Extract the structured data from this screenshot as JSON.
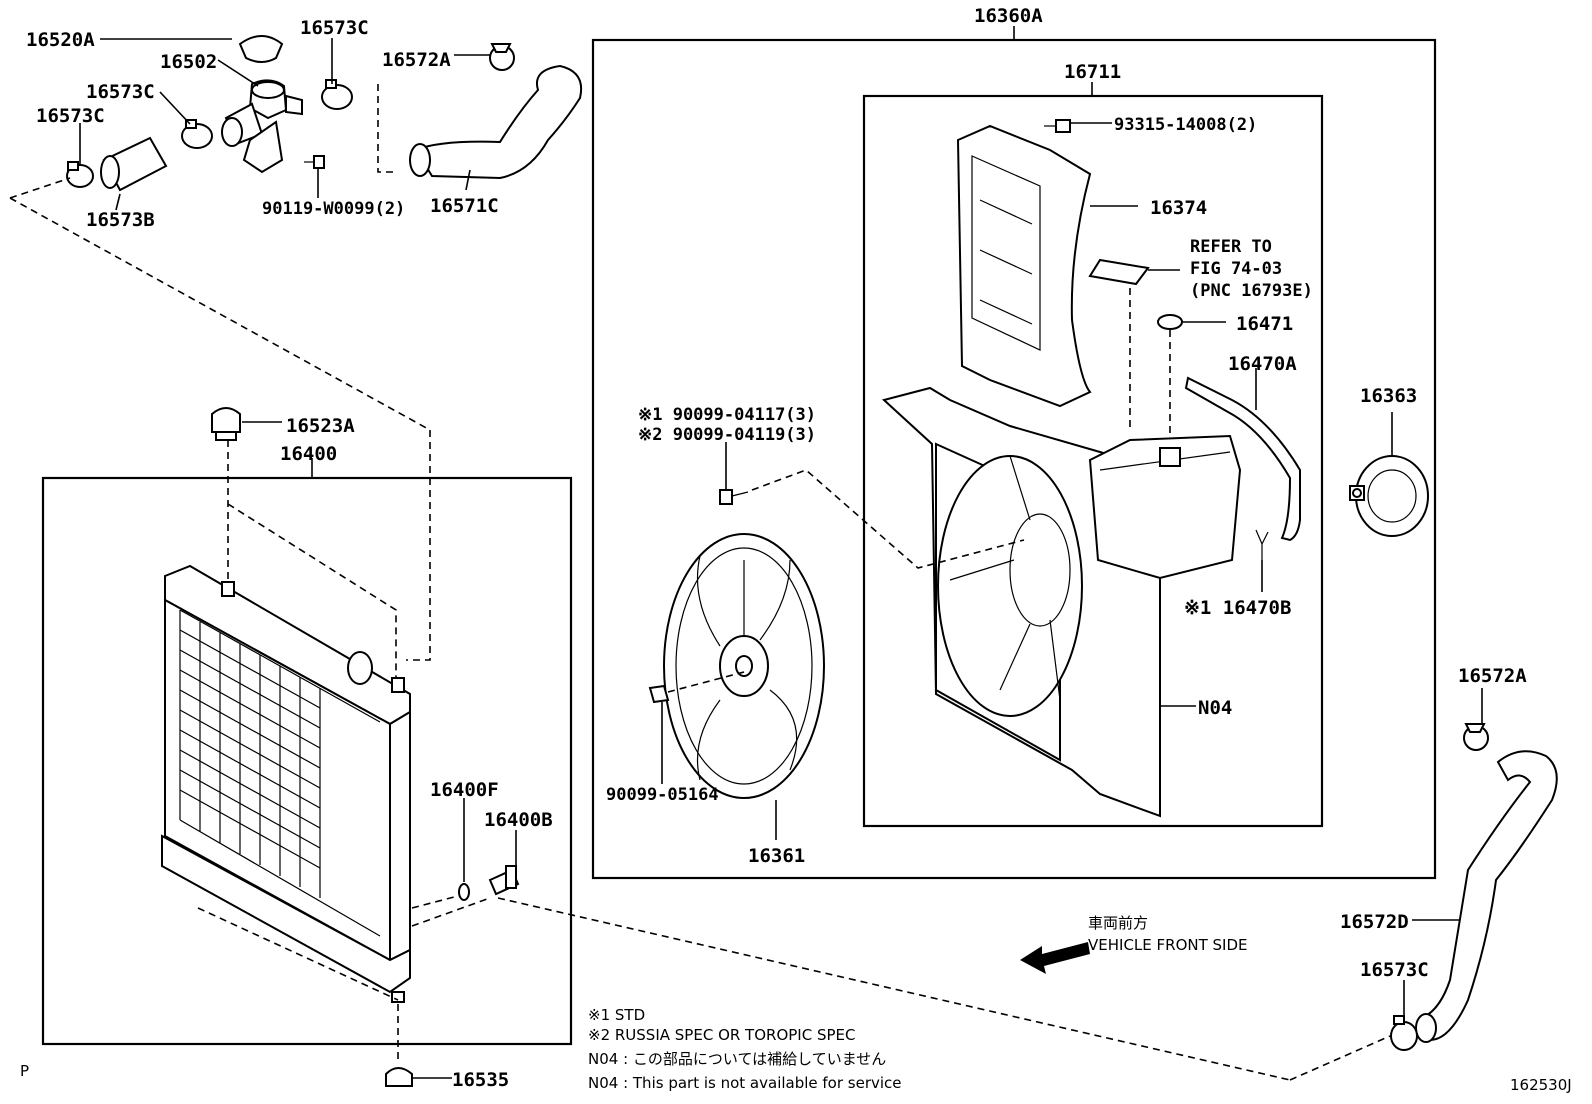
{
  "labels": {
    "p16520A": "16520A",
    "p16502": "16502",
    "p16573C_top": "16573C",
    "p16572A_top": "16572A",
    "p16573C_left1": "16573C",
    "p16573C_left2": "16573C",
    "p16573B": "16573B",
    "p90119": "90119-W0099(2)",
    "p16571C": "16571C",
    "p16360A": "16360A",
    "p16711": "16711",
    "p93315": "93315-14008(2)",
    "p16374": "16374",
    "refer1": "REFER TO",
    "refer2": "FIG 74-03",
    "refer3": "(PNC 16793E)",
    "p16471": "16471",
    "p16470A": "16470A",
    "p16363": "16363",
    "p16470B": "※1 16470B",
    "pN04": "N04",
    "p90099a": "※1 90099-04117(3)",
    "p90099b": "※2 90099-04119(3)",
    "p90099c": "90099-05164",
    "p16361": "16361",
    "p16523A": "16523A",
    "p16400": "16400",
    "p16400F": "16400F",
    "p16400B": "16400B",
    "p16535": "16535",
    "p16572A_right": "16572A",
    "p16572D": "16572D",
    "p16573C_right": "16573C",
    "front_jp": "車両前方",
    "front_en": "VEHICLE FRONT SIDE",
    "note1": "※1 STD",
    "note2": "※2 RUSSIA SPEC OR TOROPIC SPEC",
    "note3": "N04 : この部品については補給していません",
    "note4": "N04 : This part is not available for service",
    "corner_p": "P",
    "fig_id": "162530J"
  }
}
